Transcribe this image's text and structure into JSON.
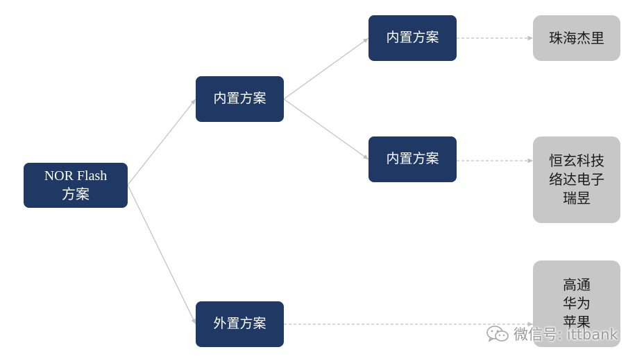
{
  "nodes": {
    "root": {
      "lines": [
        "NOR Flash",
        "方案"
      ]
    },
    "mid_upper": {
      "lines": [
        "内置方案"
      ]
    },
    "mid_lower": {
      "lines": [
        "外置方案"
      ]
    },
    "top_upper": {
      "lines": [
        "内置方案"
      ]
    },
    "top_lower": {
      "lines": [
        "内置方案"
      ]
    },
    "vendor_1": {
      "lines": [
        "珠海杰里"
      ]
    },
    "vendor_2": {
      "lines": [
        "恒玄科技",
        "络达电子",
        "瑞昱"
      ]
    },
    "vendor_3": {
      "lines": [
        "高通",
        "华为",
        "苹果"
      ]
    }
  },
  "watermark": {
    "text": "微信号: ittbank",
    "icon": "wechat-icon"
  },
  "colors": {
    "node_dark": "#1f3864",
    "node_gray": "#c7c7c7",
    "connector": "#bfbfbf"
  }
}
